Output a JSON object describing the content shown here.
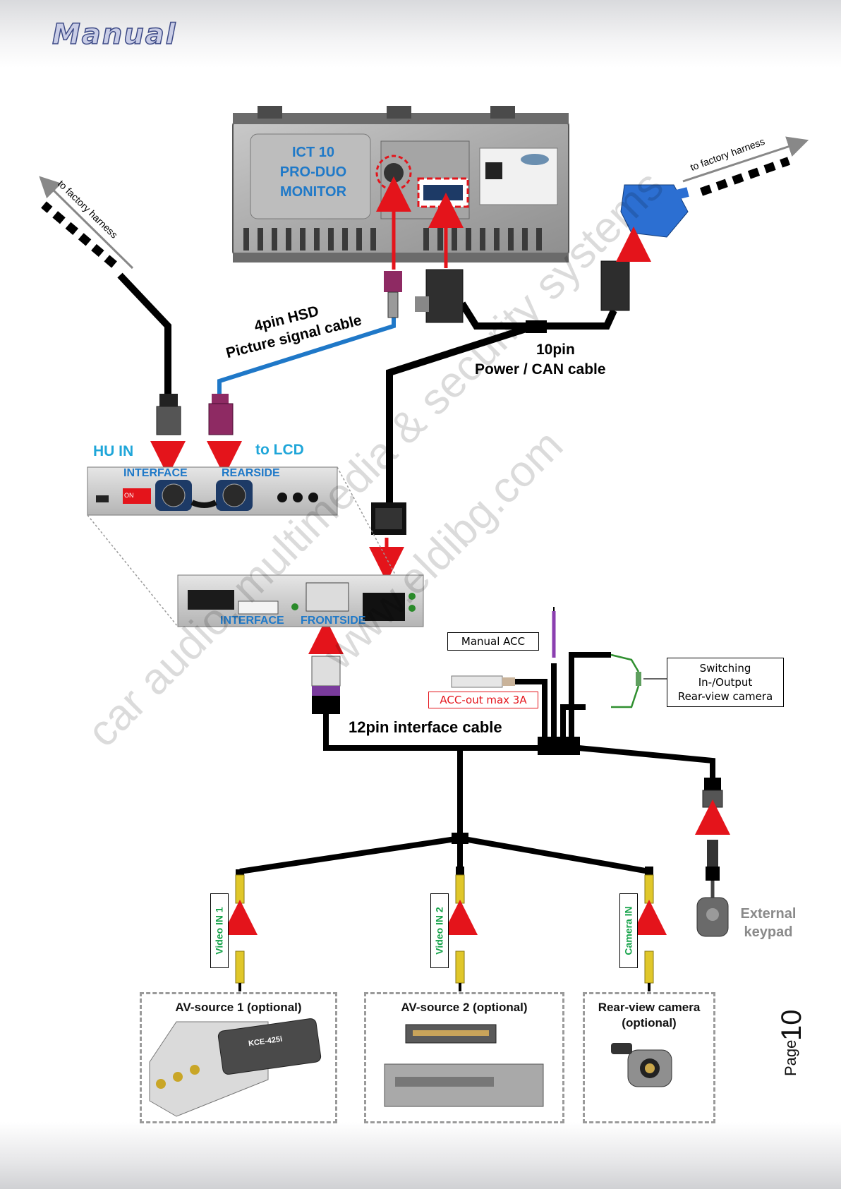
{
  "header": {
    "title": "Manual"
  },
  "monitor": {
    "lines": [
      "ICT 10",
      "PRO-DUO",
      "MONITOR"
    ]
  },
  "cables": {
    "factory_left": "to factory harness",
    "factory_right": "to factory harness",
    "hsd_line1": "4pin HSD",
    "hsd_line2": "Picture signal cable",
    "can_line1": "10pin",
    "can_line2": "Power / CAN cable",
    "interface_cable": "12pin interface cable"
  },
  "interface_rear": {
    "hu_in": "HU IN",
    "to_lcd": "to LCD",
    "caption_left": "INTERFACE",
    "caption_right": "REARSIDE",
    "dip_label": "ON"
  },
  "interface_front": {
    "caption_left": "INTERFACE",
    "caption_right": "FRONTSIDE"
  },
  "labels": {
    "manual_acc": "Manual ACC",
    "acc_out": "ACC-out max 3A",
    "switching_1": "Switching",
    "switching_2": "In-/Output",
    "switching_3": "Rear-view camera",
    "video_in_1": "Video IN 1",
    "video_in_2": "Video IN 2",
    "camera_in": "Camera IN",
    "keypad_1": "External",
    "keypad_2": "keypad"
  },
  "sources": {
    "av1": "AV-source 1 (optional)",
    "av2": "AV-source 2 (optional)",
    "cam_1": "Rear-view camera",
    "cam_2": "(optional)",
    "av1_device": "KCE-425i"
  },
  "watermark": {
    "line1": "car audio, multimedia & security systems",
    "line2": "www.eldibg.com"
  },
  "footer": {
    "page_label": "Page",
    "page_number": "10"
  },
  "colors": {
    "arrow": "#e4141b",
    "hsd_cable": "#1f78c8",
    "label_blue": "#1fa6d9",
    "acc_red": "#e4141b",
    "video_green": "#16a34a"
  }
}
